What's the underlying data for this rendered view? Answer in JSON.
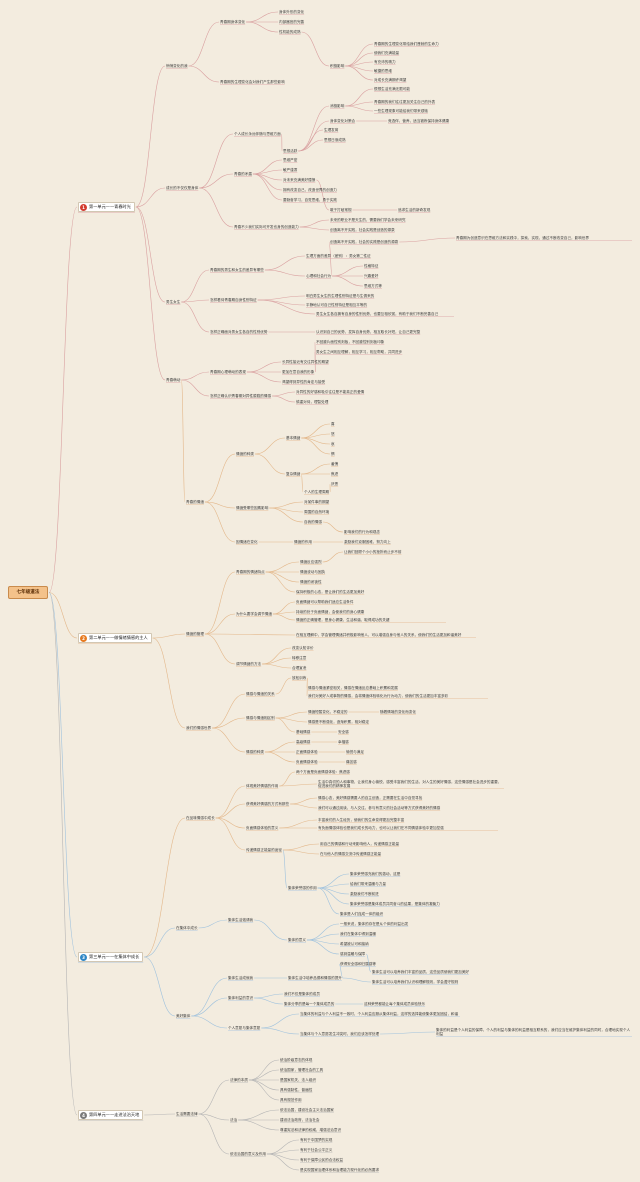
{
  "root": {
    "label": "七年级道法"
  },
  "units": [
    {
      "number": "1",
      "title": "第一单元——青春时光",
      "color": "#d33c2f"
    },
    {
      "number": "2",
      "title": "第二单元——做情绪情感的主人",
      "color": "#e77a1f"
    },
    {
      "number": "3",
      "title": "第三单元——在集体中成长",
      "color": "#2f87c6"
    },
    {
      "number": "4",
      "title": "第四单元——走进法治天地",
      "color": "#7a7a7a"
    }
  ],
  "u1": {
    "c1": "悄悄变化的我",
    "c1_1": "青春期身体变化",
    "c1_1_items": [
      "身体外形的变化",
      "内部器官的完善",
      "性机能的成熟"
    ],
    "c1_2": "青春期的生理变化会对我们产生那些影响",
    "c1_2a": "积极影响",
    "c1_2a_items": [
      "青春期的生理变化带给我们蓬勃的生命力",
      "使我们充满能量",
      "有充沛的精力",
      "敏捷的思维",
      "对成长充满期许渴望",
      "很想生活充满无限可能"
    ],
    "c1_2b": "消极影响",
    "c1_2b_items": [
      "青春期的我们往往更加关注自己的外表",
      "一些生理现象可能给我们带来烦恼"
    ],
    "c1_2c": "身体变化对策合",
    "c1_2c_text": "竞选伴，营养，适当锻炼保持身体健康",
    "c2": "成长的不仅仅是身体",
    "c2_1": "个人成长永远伴随与思维方面",
    "c2_1_items": [
      "生理发育",
      "思想日渐成熟"
    ],
    "c2_2": "青春的矛盾",
    "c2_2_items": [
      "思想活跃",
      "思维严密",
      "敏严谨肃",
      "对未来充满美好憧憬",
      "拥有改变自己，改造世界的创造力",
      "要勤奋学习，自觉思维，勇于实践"
    ],
    "c2_3": "青春不少我们实际可开发也身的创造能力",
    "c2_3_items": [
      "敢于打破常规",
      "未来的职业不是天生的，需要我们学会未来研究",
      "创造离不开实践，社会实践是创造的源泉",
      "创造离不开实践，社会的实践是创造的源泉"
    ],
    "c2_3_a": "追求生活的新奇发现",
    "c2_3_b": "青春期为创造意识在思维方法和实践中，探索，实现，通过不断改变自己，影响世界",
    "c3": "男生女生",
    "c3_1": "青春期的男生和女生的差异有哪些",
    "c3_1a": "生理方面的差异（差别）：男女第二性征",
    "c3_1b": "心理和社会行为",
    "c3_1b_items": [
      "性格特征",
      "兴趣爱好",
      "思维方式等"
    ],
    "c3_2": "怎样看待青春期自身性别特征",
    "c3_2_items": [
      "明白男生女生的生理性别特征是与生俱来的",
      "平静地认可自己性别特征是相互平等的"
    ],
    "c3_3": "怎样正确面对男女生各自的性别优势",
    "c3_3_items": [
      "男生女生各自拥有自身的性别优势，也要互相欣赏，有助于我们不断完善自己",
      "认识到自己的优势，发挥自身优势，相互取长补短，让自己更完整",
      "不回避片面性别刻板，不回避性别刻板印象",
      "男女生之间相互理解，相互学习，相互帮助，共同进步"
    ],
    "c4": "青春萌动",
    "c4_1": "青春期心理萌动的表现",
    "c4_1_items": [
      "长异性接近有交往异性的期望",
      "更加在意自我的形象",
      "渴望得到异性的肯定与接受"
    ],
    "c4_2": "怎样正确认识青春期对异性朦胧的情感",
    "c4_2_items": [
      "对异性的好感和吸引往往是不能真正的爱情",
      "慎重对待，理智处理"
    ]
  },
  "u2": {
    "c1": "青春的情绪",
    "c1_1": "情绪的种类",
    "c1_1a": "基本情绪",
    "c1_1a_items": [
      "喜",
      "怒",
      "哀",
      "惧"
    ],
    "c1_1b": "复杂情绪",
    "c1_1b_items": [
      "羞愧",
      "焦虑",
      "厌恶"
    ],
    "c1_2": "情绪受哪些因素影响",
    "c1_2_items": [
      "个人的生理周期",
      "对某件事的期望",
      "周围的自然环境",
      "自我的情感"
    ],
    "c1_3": "因情绪在变化",
    "c1_3a": "情绪的作用",
    "c1_3a_items": [
      "影响我们的行为和观念",
      "激励我们克服困难，努力向上",
      "让我们回顾个小小的挫折而止步不前"
    ],
    "c1_4": "青春期的情绪特点",
    "c1_4_items": [
      "情绪反应强烈",
      "情绪波动与固执",
      "情绪的闭锁性"
    ],
    "c2": "情绪的管理",
    "c2_1": "为什么要学会调节情绪",
    "c2_1_items": [
      "保持积极的心态，是让我们的生活更加美好",
      "负面情绪可以帮助我们适应生活条件",
      "持续的处于负面情绪，会使我们的身心健康",
      "情绪的正确管理，是身心健康、生活和谐、取得成功的关键",
      "在相互理解中，学会管理情绪并积极影响他人，可以增强自身与他人的关系，使我们的生活更加和谐美好"
    ],
    "c2_2": "调节情绪的方法",
    "c2_2_items": [
      "改变认知评价",
      "转移注意",
      "合理宣泄",
      "放松训练"
    ],
    "c3": "我们的情感世界",
    "c3_1": "情感与情绪的关系",
    "c3_1_items": [
      "情感与情绪紧密相关，情感在情绪反应基础上积累和发展",
      "我们对美好人或事物的情感，会将情绪体验转化为行为动力，使我们的生活更加丰富多彩"
    ],
    "c3_2": "情感与情绪相区别",
    "c3_2a": "情绪短暂变化，不稳定的",
    "c3_2b": "随着情境的变化而变化",
    "c3_2c": "情感是不断强化，逐渐积累，相对稳定",
    "c3_3": "情感的种类",
    "c3_3_items": [
      {
        "a": "基础情感",
        "b": "安全感"
      },
      {
        "a": "高级情感",
        "b": "幸福感"
      },
      {
        "a": "正面情感体验",
        "b": "愉悦与满足"
      },
      {
        "a": "负面情感体验",
        "b": "痛苦感"
      }
    ],
    "c3_3_note": "两个方面是负面情感体验：焦虑感",
    "c4": "在品味情感中成长",
    "c4_1": "体现美好情感的作用",
    "c4_1_text": "生活中真切的人和事物，让我们身心愉悦，感受丰富我们的生活，对人生的美好情感，这些情感是社会进步的重要，促进我们的精神发展",
    "c4_2": "获得美好情感的方式有那些",
    "c4_2_items": [
      "情感心态，美好情感需要人的自主创造，正需要在生活中自觉寻找",
      "我们可以通过阅读，与人交往，参与有意义的社会活动等方式获得美好的情感"
    ],
    "c4_3": "负面情感体验的意义",
    "c4_3_items": [
      "丰富我们的人生经历，使我们的生命变得更加完整丰富",
      "有负面情感体验也是我们成长的动力，也可以让我们在不同情感体验中更加坚强"
    ],
    "c4_4": "传递情感正能量的途径",
    "c4_4_items": [
      "用自己的情感和行动来影响他人，传递情感正能量",
      "在与他人的情感交流中传递情感正能量"
    ]
  },
  "u3": {
    "c1": "在集体中成长",
    "c1_1": "集体生活邀请我",
    "c1_1a": "集体荣誉感的作用",
    "c1_1a_items": [
      "集体荣誉感充我们的激动，这是",
      "给我们带来温暖与力量",
      "激励我们不断前进"
    ],
    "c1_1a_note": "集体荣誉感是集体成员共同奋斗的结果，是集体的凝聚力",
    "c1_1b": "集体的意义",
    "c1_1b_items": [
      "集体是人们连成一体的组织",
      "一般来说，集体的存在是从个体的利益出发",
      "我们在集体中得到温暖",
      "希望被认可和接纳",
      "感到温暖与保障",
      "获得安全感和归属感等"
    ],
    "c1_2": "集体生活成就我",
    "c1_2a": "集体生活中培养品德和情感的提升",
    "c1_2a_items": [
      "集体生活可以培养我们丰富的品质，这些品质使我们更加美好",
      "集体生活可以培养我们认识和理解规则，学会遵守规则"
    ],
    "c2": "美好集体",
    "c2_1": "集体利益的意识",
    "c2_1_items": [
      "我们不仅是集体的成员",
      "集体分享的是每一个集体成员的"
    ],
    "c2_1_note": "这种荣誉都能让每个集体成员体验快乐",
    "c2_2": "个人意愿与集体意愿",
    "c2_2_items": [
      "当集体的利益与个人利益不一致时，个人利益应服从集体利益，这样的选择能使集体更加团结，和谐",
      "当集体与个人意愿发生冲突时，我们应该怎样处理"
    ],
    "c2_2_note": "集体的利益是个人利益的保障，个人的利益与集体的利益是相互联系的，我们应当在维护集体利益的同时，合理地实现个人利益"
  },
  "u4": {
    "c1": "生活需要法律",
    "c1_1": "法律的本质",
    "c1_1_items": [
      "统治阶级意志的体现",
      "统治国家，管理社会的工具",
      "是国家机关、法人组织",
      "具有强制性，普遍性",
      "具有规范作用"
    ],
    "c1_2": "法治",
    "c1_2_items": [
      "依法治国，建设社会主义法治国家",
      "建设法治政府，法治社会",
      "尊重宪法和法律的权威，增强法治意识"
    ],
    "c1_3": "依法治国的意义及作用",
    "c1_3_items": [
      "有利于中国梦的实现",
      "有利于社会公平正义",
      "有利于保障公民的合法权益",
      "是实现国家治理体系和治理能力现代化的必然要求"
    ]
  }
}
